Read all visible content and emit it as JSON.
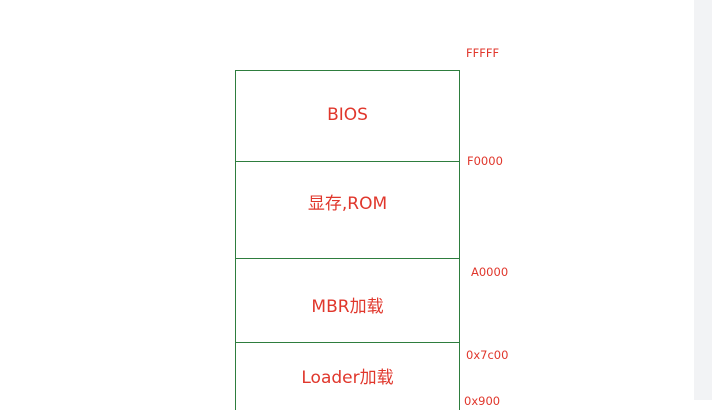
{
  "regions": [
    {
      "label": "BIOS"
    },
    {
      "label": "显存,ROM"
    },
    {
      "label": "MBR加载"
    },
    {
      "label": "Loader加载"
    }
  ],
  "addresses": [
    {
      "label": "FFFFF"
    },
    {
      "label": "F0000"
    },
    {
      "label": "A0000"
    },
    {
      "label": "0x7c00"
    },
    {
      "label": "0x900"
    }
  ],
  "colors": {
    "border": "#2e7d3e",
    "text": "#e0372c"
  }
}
